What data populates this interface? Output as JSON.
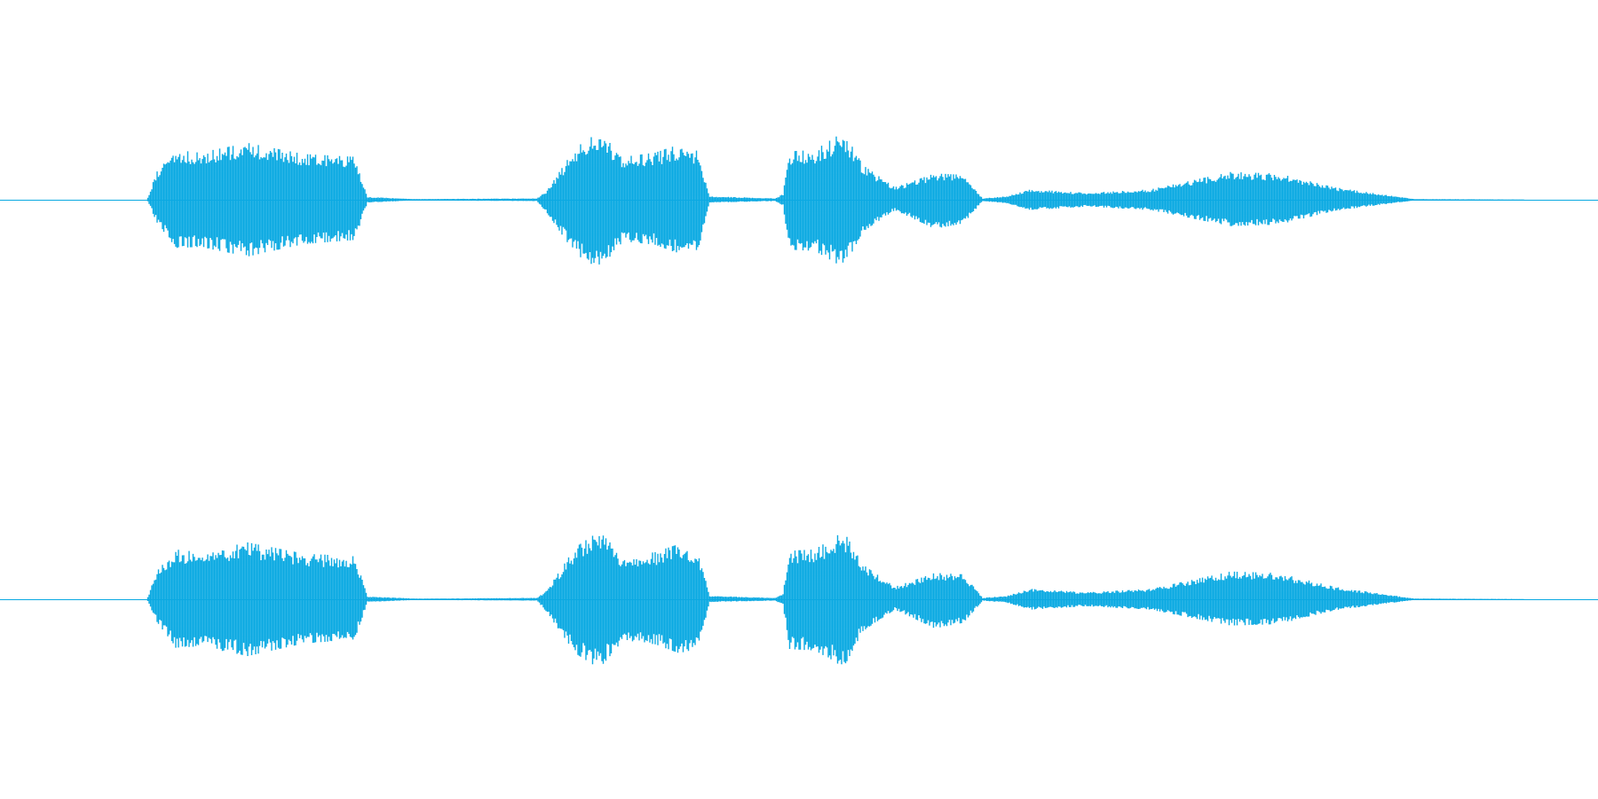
{
  "colors": {
    "background": "#ffffff",
    "waveform": "#0aa9e2"
  },
  "chart_data": {
    "type": "line",
    "description_kind": "audio-waveform",
    "x_unit": "fraction-of-duration",
    "xlim": [
      0,
      1
    ],
    "ylim": [
      -1,
      1
    ],
    "grid": false,
    "legend": "none",
    "title": "",
    "xlabel": "",
    "ylabel": "",
    "channels": [
      {
        "envelope": [
          {
            "x": 0.0,
            "top": 0.0,
            "bottom": 0.0
          },
          {
            "x": 0.092,
            "top": 0.0,
            "bottom": 0.0
          },
          {
            "x": 0.098,
            "top": 0.4,
            "bottom": 0.32
          },
          {
            "x": 0.11,
            "top": 0.72,
            "bottom": 0.7
          },
          {
            "x": 0.125,
            "top": 0.68,
            "bottom": 0.68
          },
          {
            "x": 0.155,
            "top": 0.82,
            "bottom": 0.82
          },
          {
            "x": 0.19,
            "top": 0.66,
            "bottom": 0.64
          },
          {
            "x": 0.222,
            "top": 0.62,
            "bottom": 0.58
          },
          {
            "x": 0.23,
            "top": 0.04,
            "bottom": 0.04
          },
          {
            "x": 0.26,
            "top": 0.01,
            "bottom": 0.01
          },
          {
            "x": 0.336,
            "top": 0.02,
            "bottom": 0.02
          },
          {
            "x": 0.342,
            "top": 0.12,
            "bottom": 0.18
          },
          {
            "x": 0.36,
            "top": 0.75,
            "bottom": 0.78
          },
          {
            "x": 0.375,
            "top": 0.98,
            "bottom": 1.0
          },
          {
            "x": 0.39,
            "top": 0.62,
            "bottom": 0.6
          },
          {
            "x": 0.41,
            "top": 0.68,
            "bottom": 0.65
          },
          {
            "x": 0.425,
            "top": 0.8,
            "bottom": 0.78
          },
          {
            "x": 0.437,
            "top": 0.7,
            "bottom": 0.72
          },
          {
            "x": 0.444,
            "top": 0.05,
            "bottom": 0.04
          },
          {
            "x": 0.485,
            "top": 0.02,
            "bottom": 0.02
          },
          {
            "x": 0.49,
            "top": 0.08,
            "bottom": 0.08
          },
          {
            "x": 0.494,
            "top": 0.7,
            "bottom": 0.72
          },
          {
            "x": 0.51,
            "top": 0.72,
            "bottom": 0.74
          },
          {
            "x": 0.528,
            "top": 0.98,
            "bottom": 0.98
          },
          {
            "x": 0.54,
            "top": 0.5,
            "bottom": 0.46
          },
          {
            "x": 0.56,
            "top": 0.18,
            "bottom": 0.15
          },
          {
            "x": 0.585,
            "top": 0.38,
            "bottom": 0.42
          },
          {
            "x": 0.603,
            "top": 0.36,
            "bottom": 0.34
          },
          {
            "x": 0.615,
            "top": 0.02,
            "bottom": 0.02
          },
          {
            "x": 0.63,
            "top": 0.05,
            "bottom": 0.05
          },
          {
            "x": 0.645,
            "top": 0.15,
            "bottom": 0.15
          },
          {
            "x": 0.68,
            "top": 0.1,
            "bottom": 0.1
          },
          {
            "x": 0.72,
            "top": 0.15,
            "bottom": 0.15
          },
          {
            "x": 0.77,
            "top": 0.4,
            "bottom": 0.38
          },
          {
            "x": 0.8,
            "top": 0.38,
            "bottom": 0.36
          },
          {
            "x": 0.835,
            "top": 0.18,
            "bottom": 0.16
          },
          {
            "x": 0.885,
            "top": 0.01,
            "bottom": 0.01
          },
          {
            "x": 1.0,
            "top": 0.0,
            "bottom": 0.0
          }
        ]
      },
      {
        "envelope": [
          {
            "x": 0.0,
            "top": 0.0,
            "bottom": 0.0
          },
          {
            "x": 0.092,
            "top": 0.0,
            "bottom": 0.0
          },
          {
            "x": 0.098,
            "top": 0.4,
            "bottom": 0.32
          },
          {
            "x": 0.11,
            "top": 0.72,
            "bottom": 0.7
          },
          {
            "x": 0.125,
            "top": 0.68,
            "bottom": 0.68
          },
          {
            "x": 0.155,
            "top": 0.82,
            "bottom": 0.82
          },
          {
            "x": 0.19,
            "top": 0.66,
            "bottom": 0.64
          },
          {
            "x": 0.222,
            "top": 0.62,
            "bottom": 0.58
          },
          {
            "x": 0.23,
            "top": 0.04,
            "bottom": 0.04
          },
          {
            "x": 0.26,
            "top": 0.01,
            "bottom": 0.01
          },
          {
            "x": 0.336,
            "top": 0.02,
            "bottom": 0.02
          },
          {
            "x": 0.342,
            "top": 0.12,
            "bottom": 0.18
          },
          {
            "x": 0.36,
            "top": 0.75,
            "bottom": 0.78
          },
          {
            "x": 0.375,
            "top": 0.98,
            "bottom": 1.0
          },
          {
            "x": 0.39,
            "top": 0.62,
            "bottom": 0.6
          },
          {
            "x": 0.41,
            "top": 0.68,
            "bottom": 0.65
          },
          {
            "x": 0.425,
            "top": 0.8,
            "bottom": 0.78
          },
          {
            "x": 0.437,
            "top": 0.7,
            "bottom": 0.72
          },
          {
            "x": 0.444,
            "top": 0.05,
            "bottom": 0.04
          },
          {
            "x": 0.485,
            "top": 0.02,
            "bottom": 0.02
          },
          {
            "x": 0.49,
            "top": 0.08,
            "bottom": 0.08
          },
          {
            "x": 0.494,
            "top": 0.7,
            "bottom": 0.72
          },
          {
            "x": 0.51,
            "top": 0.72,
            "bottom": 0.74
          },
          {
            "x": 0.528,
            "top": 0.98,
            "bottom": 0.98
          },
          {
            "x": 0.54,
            "top": 0.5,
            "bottom": 0.46
          },
          {
            "x": 0.56,
            "top": 0.18,
            "bottom": 0.15
          },
          {
            "x": 0.585,
            "top": 0.38,
            "bottom": 0.42
          },
          {
            "x": 0.603,
            "top": 0.36,
            "bottom": 0.34
          },
          {
            "x": 0.615,
            "top": 0.02,
            "bottom": 0.02
          },
          {
            "x": 0.63,
            "top": 0.05,
            "bottom": 0.05
          },
          {
            "x": 0.645,
            "top": 0.15,
            "bottom": 0.15
          },
          {
            "x": 0.68,
            "top": 0.1,
            "bottom": 0.1
          },
          {
            "x": 0.72,
            "top": 0.15,
            "bottom": 0.15
          },
          {
            "x": 0.77,
            "top": 0.4,
            "bottom": 0.38
          },
          {
            "x": 0.8,
            "top": 0.38,
            "bottom": 0.36
          },
          {
            "x": 0.835,
            "top": 0.18,
            "bottom": 0.16
          },
          {
            "x": 0.885,
            "top": 0.01,
            "bottom": 0.01
          },
          {
            "x": 1.0,
            "top": 0.0,
            "bottom": 0.0
          }
        ]
      }
    ]
  }
}
